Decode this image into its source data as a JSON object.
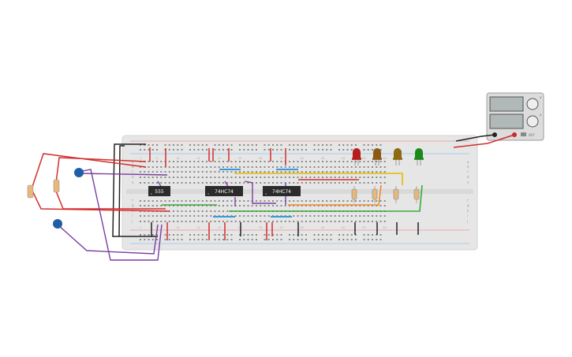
{
  "chips": [
    {
      "label": "555"
    },
    {
      "label": "74HC74"
    },
    {
      "label": "74HC74"
    }
  ],
  "breadboard": {
    "row_letters": [
      "a",
      "b",
      "c",
      "d",
      "e",
      "f",
      "g",
      "h",
      "i",
      "j"
    ],
    "column_numbers": [
      "1",
      "5",
      "10",
      "15",
      "20",
      "25",
      "30",
      "35",
      "40",
      "45",
      "50",
      "55",
      "60"
    ]
  },
  "leds": [
    {
      "color": "#b71c1c",
      "name": "red"
    },
    {
      "color": "#8d5a14",
      "name": "amber"
    },
    {
      "color": "#8d6a14",
      "name": "amber"
    },
    {
      "color": "#1b8a1b",
      "name": "green"
    }
  ],
  "colors": {
    "red_wire": "#d32f2f",
    "black_wire": "#222222",
    "purple_wire": "#7b3fa0",
    "yellow_wire": "#e6b800",
    "orange_wire": "#f08a24",
    "green_wire": "#3aa83a",
    "blue_wire": "#3a9ad9",
    "board": "#e9e9e9",
    "capacitor": "#1f5fa8"
  },
  "power_supply": {
    "labels": [
      "V",
      "A",
      "OFF"
    ]
  }
}
